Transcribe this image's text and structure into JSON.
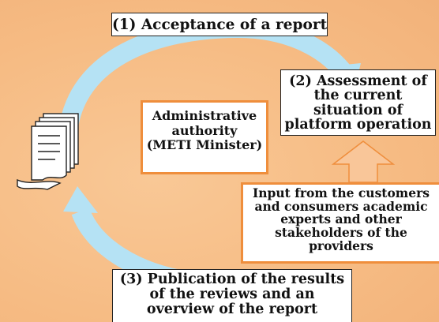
{
  "steps": {
    "step1": {
      "lines": [
        "(1) Acceptance of a report"
      ]
    },
    "step2": {
      "lines": [
        "(2) Assessment of",
        "the current",
        "situation of",
        "platform operation"
      ]
    },
    "step3": {
      "lines": [
        "(3) Publication of the results",
        "of the reviews and an",
        "overview of the report"
      ]
    }
  },
  "authority": {
    "lines": [
      "Administrative",
      "authority",
      "(METI Minister)"
    ]
  },
  "input": {
    "lines": [
      "Input from the customers",
      "and consumers academic",
      "experts and other",
      "stakeholders of the",
      "providers"
    ]
  },
  "icons": {
    "document": "document-stack-icon",
    "cycle_arrow": "circular-arrow-icon",
    "input_arrow": "up-arrow-icon"
  },
  "colors": {
    "background": "#f7be86",
    "cycle_arrow": "#b5e2f4",
    "accent_border": "#ef8e3c",
    "input_arrow_fill": "#f9c699",
    "box_fill": "#ffffff"
  }
}
